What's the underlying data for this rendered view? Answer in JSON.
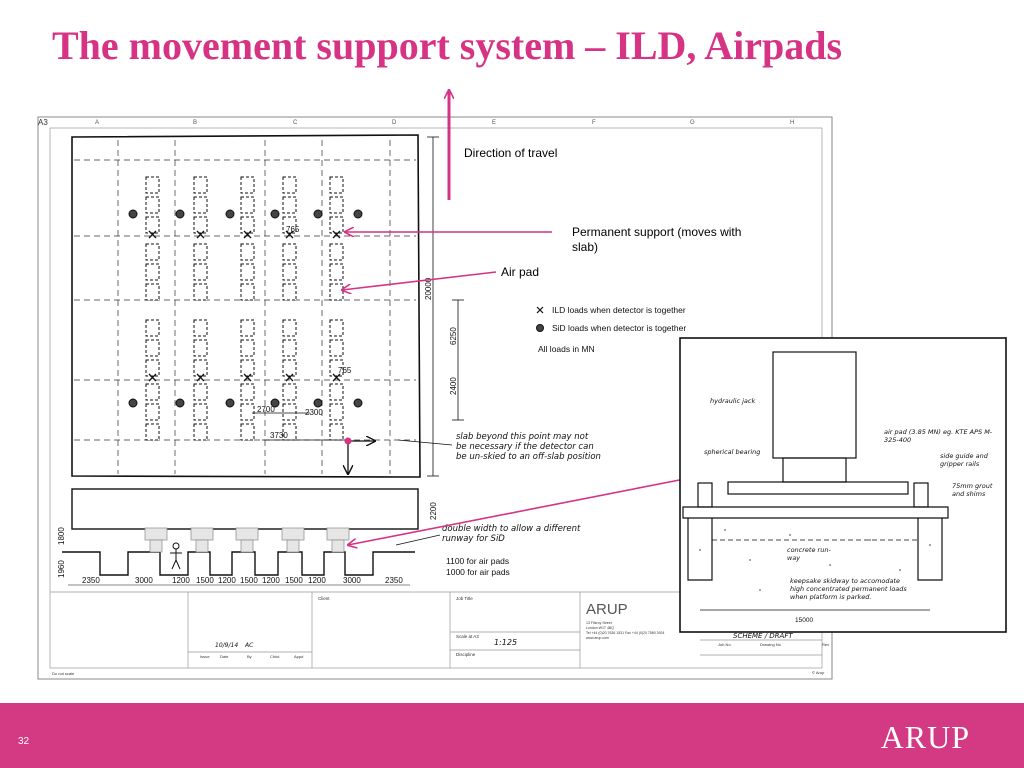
{
  "slide": {
    "title": "The movement support system – ILD, Airpads",
    "page_number": "32",
    "logo_text": "ARUP"
  },
  "annotations": {
    "direction": "Direction of travel",
    "permanent_support": "Permanent support (moves with slab)",
    "air_pad": "Air pad"
  },
  "drawing": {
    "sheet_size": "A3",
    "grid_columns": [
      "A",
      "B",
      "C",
      "D",
      "E",
      "F",
      "G",
      "H"
    ],
    "legend_ild": "ILD loads when detector is together",
    "legend_sid": "SiD loads when detector is together",
    "legend_units": "All loads in MN",
    "slab_note": "slab beyond this point may not be necessary if the detector can be un-skied to an off-slab position",
    "runway_note": "double width to allow a different runway for SiD",
    "runway_air_pads": "1100 for air pads",
    "runway_air_pads_2": "1000 for air pads",
    "dim_slab_height": "20000",
    "dim_gap_1": "6250",
    "dim_gap_2": "2400",
    "dim_runway_depth": "2200",
    "dim_pit_depth_1": "1800",
    "dim_pit_depth_2": "1960",
    "dim_spacing_a": "2700",
    "dim_spacing_b": "2300",
    "dim_offset": "3730",
    "dim_small_1": "765",
    "dim_small_2": "765",
    "bottom_dims": [
      "2350",
      "3000",
      "1200",
      "1500",
      "1200",
      "1500",
      "1200",
      "1500",
      "1200",
      "3000",
      "2350"
    ],
    "title_block": {
      "client_label": "Client",
      "job_title_label": "Job Title",
      "scale_label": "Scale at A3",
      "scale_value": "1:125",
      "discipline_label": "Discipline",
      "firm": "ARUP",
      "address": [
        "13 Fitzroy Street",
        "London W1T 4BQ",
        "Tel +44 (0)20 7636 1531 Fax +44 (0)20 7580 3924",
        "www.arup.com"
      ],
      "status": "SCHEME / DRAFT",
      "job_no_label": "Job No",
      "drawing_no_label": "Drawing No",
      "rev_label": "Rev",
      "revision_date": "10/9/14",
      "revision_by": "AC",
      "revision_headers": [
        "Issue",
        "Date",
        "By",
        "Chkd",
        "Appd"
      ],
      "copyright": "© Arup",
      "do_not_scale": "Do not scale"
    }
  },
  "inset": {
    "hydraulic_jack": "hydraulic jack",
    "spherical_bearing": "spherical bearing",
    "air_pad_spec": "air pad (3.85 MN) eg. KTE APS M-325-400",
    "side_guide": "side guide and gripper rails",
    "grout": "75mm grout and shims",
    "runway": "concrete run-way",
    "skidway": "keepsake skidway to accomodate high concentrated permanent loads when platform is parked.",
    "width": "15000"
  },
  "colors": {
    "accent": "#d63384",
    "footer": "#d33a83",
    "ink": "#111111"
  }
}
